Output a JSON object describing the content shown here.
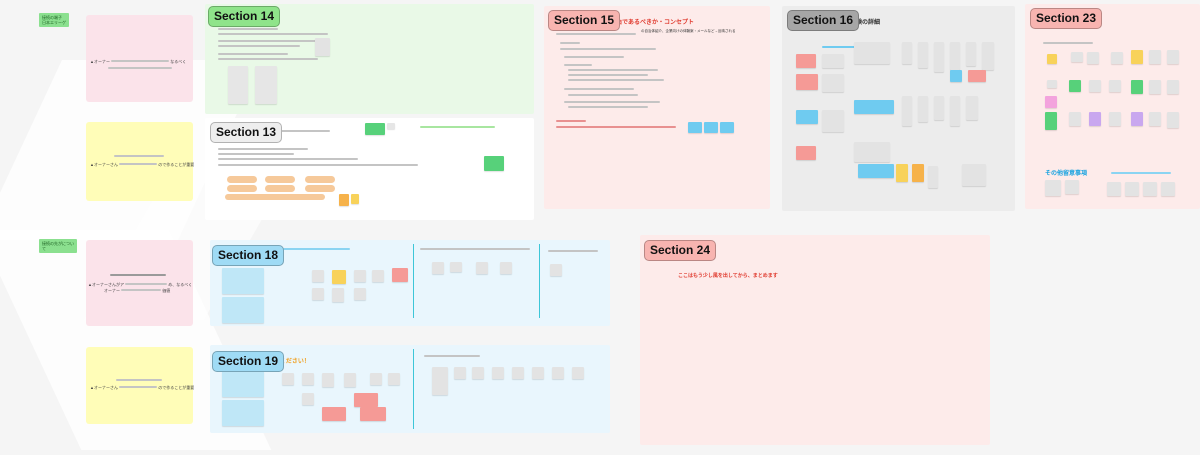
{
  "colors": {
    "pink_section": "#fde7ea",
    "green_section": "#e9f9e7",
    "blue_section": "#e9f6fd",
    "gray_section": "#ececec",
    "pink_card": "#fbe3ea",
    "yellow_card": "#fffdb8",
    "sticky_yellow": "#f8d25a",
    "sticky_blue": "#6fcbf0",
    "sticky_red": "#f59a96",
    "sticky_gray": "#e6e6e6",
    "sticky_green": "#57d17a",
    "sticky_purple": "#c9a7ef",
    "sticky_pink": "#f3a3dd",
    "sticky_orange": "#f6b24a",
    "accent_red": "#e03a2e",
    "accent_blue": "#1aa3e0"
  },
  "left_column": {
    "tag_1": {
      "line1": "接続の端子",
      "line2": "日本エリーゲ"
    },
    "tag_2": {
      "line1": "接続の先がについ",
      "line2": "て"
    },
    "card_1": {
      "text_a": "▲オーナー",
      "text_b": "なるべく"
    },
    "card_2": {
      "text_a": "▲オーナーさん",
      "text_b": "ので作ることが重要"
    },
    "card_3": {
      "text_a": "▲オーナーさんがア",
      "text_b": "め、なるべく",
      "text_c": "オーナー",
      "text_d": "価値"
    },
    "card_4": {
      "text_a": "▲オーナーさん",
      "text_b": "ので作ることが重要"
    }
  },
  "sections": {
    "s14": {
      "label": "Section 14"
    },
    "s13": {
      "label": "Section 13"
    },
    "s15": {
      "label": "Section 15",
      "heading": "自由であるべきか・コンセプト",
      "subtext": "の自治体紹介、企業向けの体験案・メールなど→反映される"
    },
    "s16": {
      "label": "Section 16",
      "heading": "体験の詳細"
    },
    "s23": {
      "label": "Section 23",
      "footer_heading": "その他留意事項"
    },
    "s18": {
      "label": "Section 18"
    },
    "s19": {
      "label": "Section 19",
      "heading": "てください！"
    },
    "s24": {
      "label": "Section 24",
      "note": "ここはもう少し風を出してから、まとめます"
    }
  }
}
